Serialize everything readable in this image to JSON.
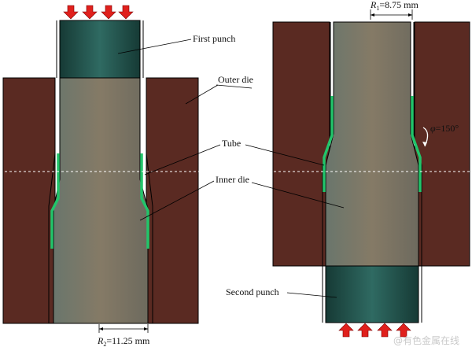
{
  "labels": {
    "first_punch": "First punch",
    "outer_die": "Outer die",
    "tube": "Tube",
    "inner_die": "Inner die",
    "second_punch": "Second punch"
  },
  "dimensions": {
    "r1_symbol": "R",
    "r1_sub": "1",
    "r1_value": "=8.75 mm",
    "r2_symbol": "R",
    "r2_sub": "2",
    "r2_value": "=11.25 mm",
    "angle_symbol": "φ",
    "angle_value": "=150°"
  },
  "watermark": "@有色金属在线",
  "colors": {
    "die": "#5a2a22",
    "inner_die": "#78705f",
    "punch": "#1f4a44",
    "tube": "#22c46a",
    "arrow": "#e0201c"
  },
  "icons": {
    "down_arrows": "down-arrow-icon",
    "up_arrows": "up-arrow-icon"
  }
}
